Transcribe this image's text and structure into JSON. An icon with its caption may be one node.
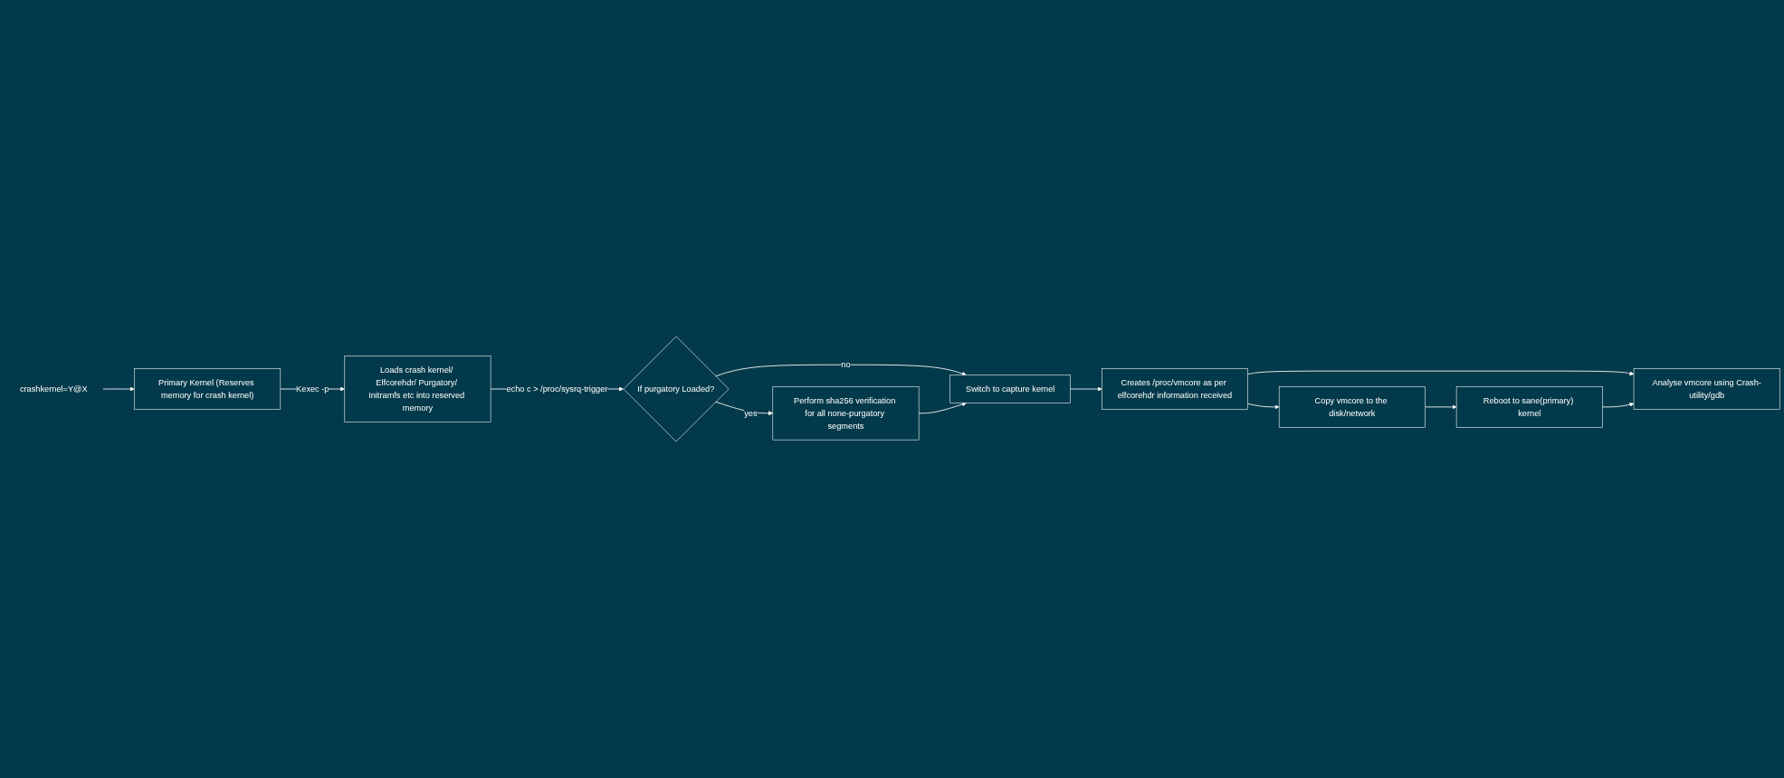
{
  "diagram": {
    "nodes": [
      {
        "text": [
          "crashkernel=Y@X"
        ]
      },
      {
        "text": [
          "Primary Kernel (Reserves memory for crash kernel)"
        ]
      },
      {
        "text": [
          "Loads crash kernel/ Elfcorehdr/ Purgatory/ Initramfs etc into reserved memory"
        ]
      },
      {
        "text": [
          "If purgatory Loaded?"
        ]
      },
      {
        "text": [
          "Perform sha256 verification for all none-purgatory segments"
        ]
      },
      {
        "text": [
          "Switch to capture kernel"
        ]
      },
      {
        "text": [
          "Creates /proc/vmcore as per elfcorehdr information received"
        ]
      },
      {
        "text": [
          "Copy vmcore to the disk/network"
        ]
      },
      {
        "text": [
          "Reboot to sane(primary) kernel"
        ]
      },
      {
        "text": [
          "Analyse vmcore using Crash-utility/gdb"
        ]
      }
    ],
    "edges": [
      {
        "from": 0,
        "to": 1,
        "arrow": "to"
      },
      {
        "from": 1,
        "to": 2,
        "arrow": "to",
        "label": "Kexec -p"
      },
      {
        "from": 2,
        "to": 3,
        "arrow": "to",
        "label": "echo c > /proc/sysrq-trigger"
      },
      {
        "from": 3,
        "to": 4,
        "arrow": "to",
        "label": "yes"
      },
      {
        "from": 3,
        "to": 5,
        "arrow": "to",
        "label": "no"
      },
      {
        "from": 4,
        "to": 5,
        "arrow": "to"
      },
      {
        "from": 5,
        "to": 6,
        "arrow": "to"
      },
      {
        "from": 6,
        "to": 7,
        "arrow": "to"
      },
      {
        "from": 6,
        "to": 9,
        "arrow": "to"
      },
      {
        "from": 7,
        "to": 8,
        "arrow": "to"
      },
      {
        "from": 8,
        "to": 9,
        "arrow": "to"
      }
    ]
  }
}
